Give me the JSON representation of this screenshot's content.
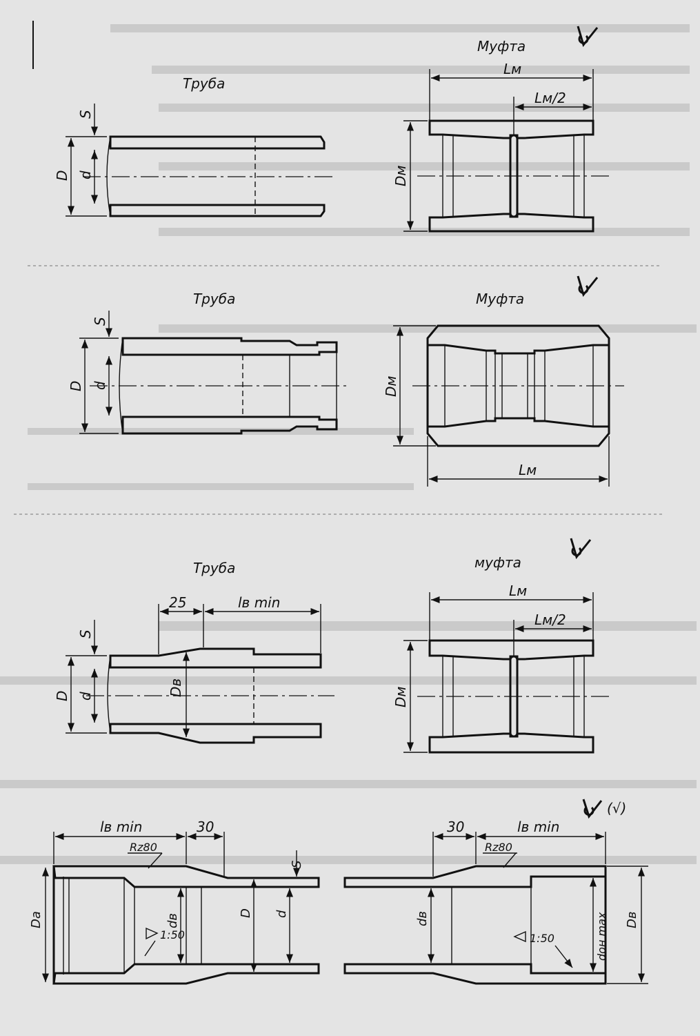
{
  "labels": {
    "pipe": "Труба",
    "coupling": "Муфта",
    "coupling_lower": "муфта"
  },
  "dimensions": {
    "S": "S",
    "D": "D",
    "d": "d",
    "Lm": "Lм",
    "Lm_half": "Lм/2",
    "Dm": "Dм",
    "Dv": "Dв",
    "Da": "Dа",
    "dv": "dв",
    "lv_min": "lв min",
    "d_on_max": "dон max",
    "v25": "25",
    "v30": "30",
    "taper": "1:50",
    "rz": "Rz80"
  },
  "roughness": {
    "alt": "(√)"
  },
  "colors": {
    "paper": "#e4e4e4",
    "ink": "#111111"
  }
}
